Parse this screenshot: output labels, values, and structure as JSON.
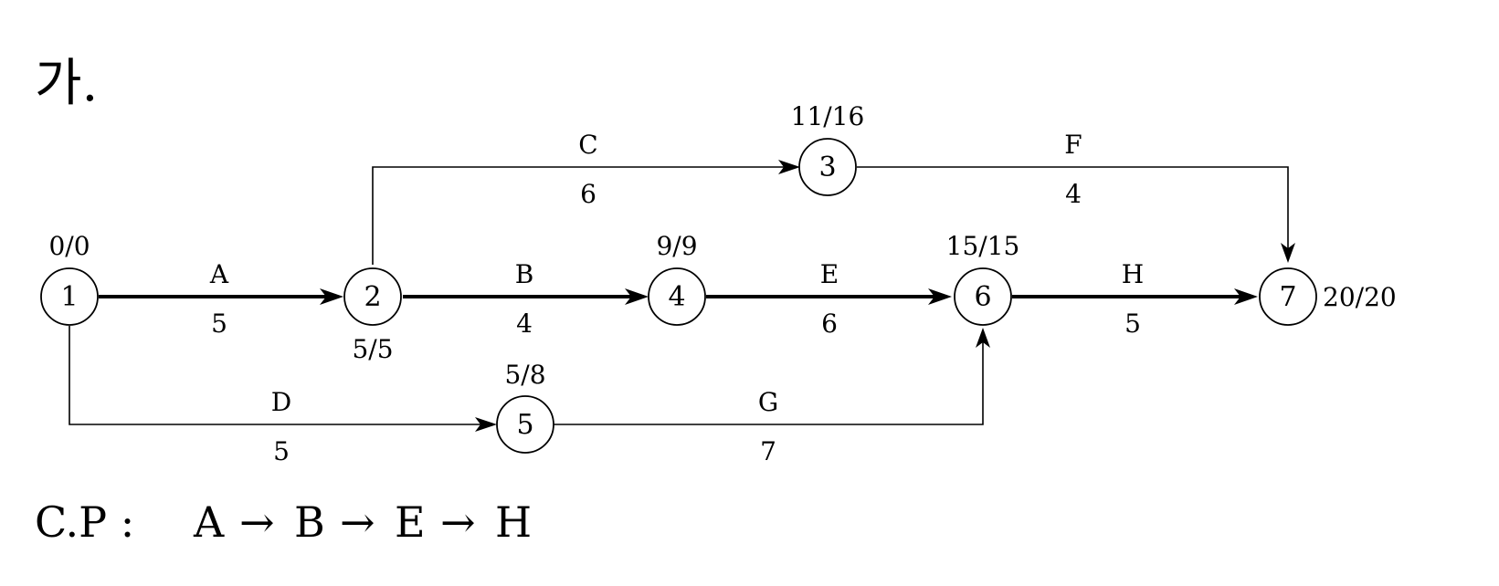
{
  "heading": "가.",
  "nodes": [
    {
      "id": "1",
      "label": "1",
      "time": "0/0"
    },
    {
      "id": "2",
      "label": "2",
      "time": "5/5"
    },
    {
      "id": "3",
      "label": "3",
      "time": "11/16"
    },
    {
      "id": "4",
      "label": "4",
      "time": "9/9"
    },
    {
      "id": "5",
      "label": "5",
      "time": "5/8"
    },
    {
      "id": "6",
      "label": "6",
      "time": "15/15"
    },
    {
      "id": "7",
      "label": "7",
      "time": "20/20"
    }
  ],
  "activities": [
    {
      "name": "A",
      "duration": "5",
      "from": "1",
      "to": "2",
      "critical": true
    },
    {
      "name": "B",
      "duration": "4",
      "from": "2",
      "to": "4",
      "critical": true
    },
    {
      "name": "E",
      "duration": "6",
      "from": "4",
      "to": "6",
      "critical": true
    },
    {
      "name": "H",
      "duration": "5",
      "from": "6",
      "to": "7",
      "critical": true
    },
    {
      "name": "C",
      "duration": "6",
      "from": "2",
      "to": "3",
      "critical": false
    },
    {
      "name": "F",
      "duration": "4",
      "from": "3",
      "to": "7",
      "critical": false
    },
    {
      "name": "D",
      "duration": "5",
      "from": "1",
      "to": "5",
      "critical": false
    },
    {
      "name": "G",
      "duration": "7",
      "from": "5",
      "to": "6",
      "critical": false
    }
  ],
  "critical_path": {
    "prefix": "C.P :",
    "steps": [
      "A",
      "B",
      "E",
      "H"
    ],
    "arrow": "→"
  }
}
